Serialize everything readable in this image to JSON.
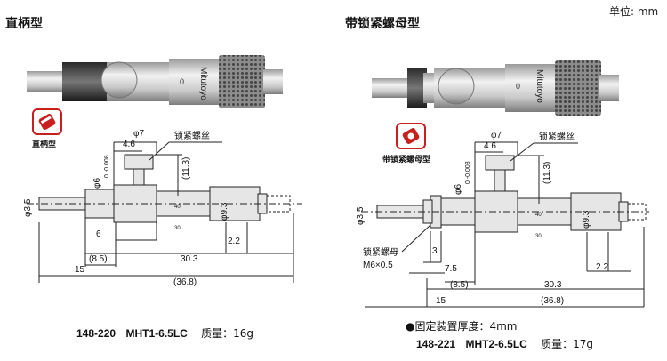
{
  "header": {
    "unit_label": "单位: mm"
  },
  "left": {
    "title": "直柄型",
    "badge_label": "直柄型",
    "dims": {
      "phi7": "φ7",
      "d4_6": "4.6",
      "lock_screw": "锁紧螺丝",
      "d11_3": "(11.3)",
      "phi6": "φ6",
      "phi6_tol": "0 -0.008",
      "phi3_5": "φ3.5",
      "phi9_3": "φ9.3",
      "d6": "6",
      "d2_2": "2.2",
      "d8_5": "(8.5)",
      "d30_3": "30.3",
      "d15": "15",
      "d36_8": "(36.8)",
      "scale_40": "40",
      "scale_30": "30"
    },
    "model": {
      "code": "148-220",
      "name": "MHT1-6.5LC",
      "weight": "质量：16g"
    }
  },
  "right": {
    "title": "带锁紧螺母型",
    "badge_label": "带锁紧螺母型",
    "dims": {
      "phi7": "φ7",
      "d4_6": "4.6",
      "lock_screw": "锁紧螺丝",
      "d11_3": "(11.3)",
      "phi6": "φ6",
      "phi6_tol": "0 -0.008",
      "phi3_5": "φ3.5",
      "phi9_3": "φ9.3",
      "lock_nut": "锁紧螺母",
      "m6": "M6×0.5",
      "d3": "3",
      "d7_5": "7.5",
      "d2_2": "2.2",
      "d8_5": "(8.5)",
      "d30_3": "30.3",
      "d15": "15",
      "d36_8": "(36.8)",
      "scale_40": "40",
      "scale_30": "30"
    },
    "note": "●固定装置厚度：4mm",
    "model": {
      "code": "148-221",
      "name": "MHT2-6.5LC",
      "weight": "质量：17g"
    }
  },
  "photo": {
    "brand": "Mitutoyo",
    "zero": "0"
  },
  "colors": {
    "badge_red": "#c8201e",
    "body_gray": "#e6e6e6",
    "line": "#222222"
  }
}
